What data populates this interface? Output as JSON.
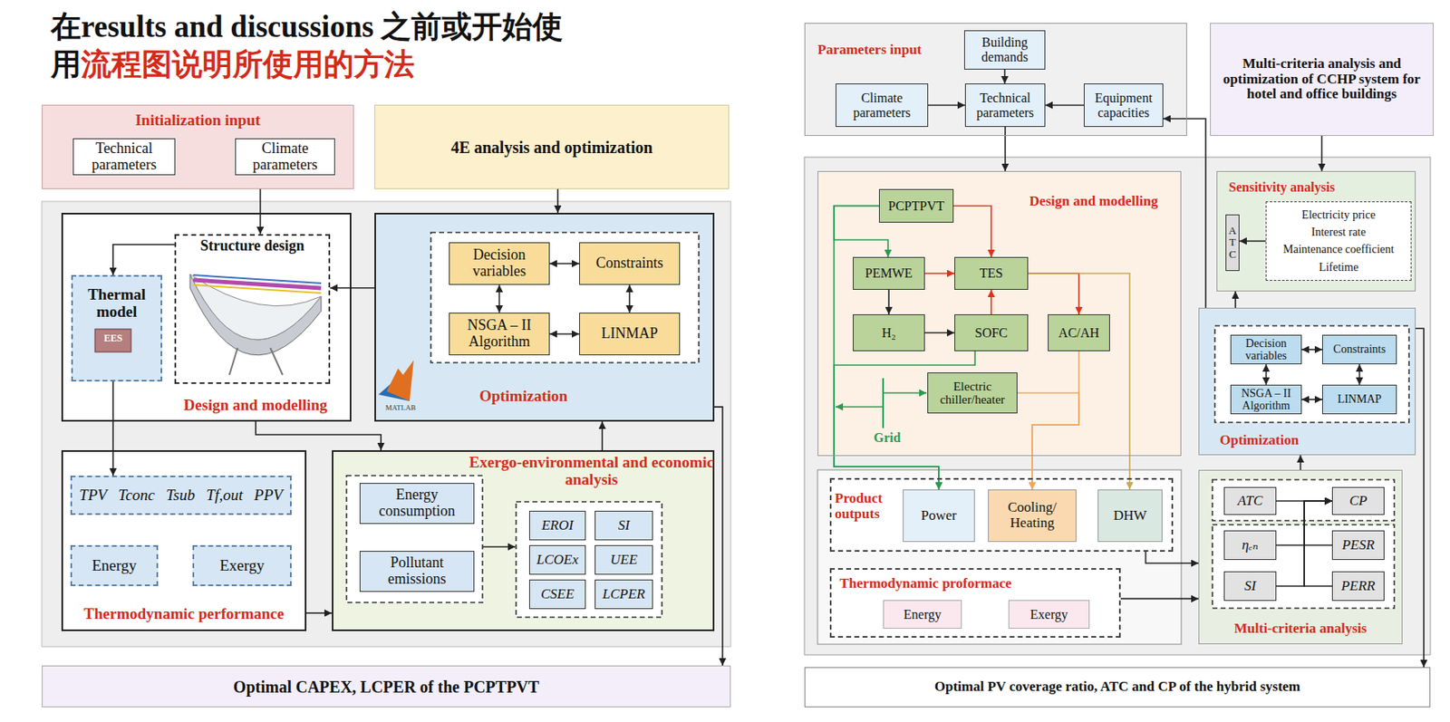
{
  "diagram": {
    "title": "在results and discussions 之前或开始使用",
    "nodes": [
      {
        "text": [
          "Initialization input"
        ]
      },
      {
        "text": [
          "Technical parameters"
        ],
        "in": 0
      },
      {
        "text": [
          "Climate parameters"
        ],
        "in": 0
      },
      {
        "text": [
          "4E analysis and optimization"
        ]
      },
      {
        "text": [
          "Design and modelling"
        ]
      },
      {
        "text": [
          "Structure design"
        ],
        "in": 4
      },
      {
        "text": [
          "Thermal model"
        ],
        "in": 4
      },
      {
        "text": [
          "Optimization"
        ]
      },
      {
        "text": [
          "Decision variables"
        ],
        "in": 7
      },
      {
        "text": [
          "Constraints"
        ],
        "in": 7
      },
      {
        "text": [
          "NSGA – II Algorithm"
        ],
        "in": 7
      },
      {
        "text": [
          "LINMAP"
        ],
        "in": 7
      },
      {
        "text": [
          "Thermodynamic performance"
        ]
      },
      {
        "text": [
          "TPV",
          "Tconc",
          "Tsub",
          "Tf,out",
          "PPV"
        ],
        "in": 12
      },
      {
        "text": [
          "Energy"
        ],
        "in": 12
      },
      {
        "text": [
          "Exergy"
        ],
        "in": 12
      },
      {
        "text": [
          "Exergo-environmental and economic analysis"
        ]
      },
      {
        "text": [
          "Energy consumption"
        ],
        "in": 16
      },
      {
        "text": [
          "Pollutant emissions"
        ],
        "in": 16
      },
      {
        "text": [
          "EROI"
        ],
        "in": 16
      },
      {
        "text": [
          "SI"
        ],
        "in": 16
      },
      {
        "text": [
          "LCOEx"
        ],
        "in": 16
      },
      {
        "text": [
          "UEE"
        ],
        "in": 16
      },
      {
        "text": [
          "CSEE"
        ],
        "in": 16
      },
      {
        "text": [
          "LCPER"
        ],
        "in": 16
      },
      {
        "text": [
          "Optimal CAPEX, LCPER of the PCPTPVT"
        ]
      },
      {
        "text": [
          "Parameters input"
        ]
      },
      {
        "text": [
          "Building demands"
        ],
        "in": 26
      },
      {
        "text": [
          "Climate parameters"
        ],
        "in": 26
      },
      {
        "text": [
          "Technical parameters"
        ],
        "in": 26
      },
      {
        "text": [
          "Equipment capacities"
        ],
        "in": 26
      },
      {
        "text": [
          "Multi-criteria analysis and optimization of CCHP system for hotel and office buildings"
        ]
      },
      {
        "text": [
          "Design and modelling"
        ]
      },
      {
        "text": [
          "PCPTPVT"
        ],
        "in": 32
      },
      {
        "text": [
          "PEMWE"
        ],
        "in": 32
      },
      {
        "text": [
          "TES"
        ],
        "in": 32
      },
      {
        "text": [
          "H₂"
        ],
        "in": 32
      },
      {
        "text": [
          "SOFC"
        ],
        "in": 32
      },
      {
        "text": [
          "AC/AH"
        ],
        "in": 32
      },
      {
        "text": [
          "Electric chiller/heater"
        ],
        "in": 32
      },
      {
        "text": [
          "Product outputs"
        ]
      },
      {
        "text": [
          "Power"
        ],
        "in": 40
      },
      {
        "text": [
          "Cooling/ Heating"
        ],
        "in": 40
      },
      {
        "text": [
          "DHW"
        ],
        "in": 40
      },
      {
        "text": [
          "Thermodynamic proformace"
        ]
      },
      {
        "text": [
          "Energy"
        ],
        "in": 44
      },
      {
        "text": [
          "Exergy"
        ],
        "in": 44
      },
      {
        "text": [
          "Sensitivity analysis"
        ]
      },
      {
        "text": [
          "ATC"
        ],
        "in": 47
      },
      {
        "text": [
          "Electricity price",
          "Interest rate",
          "Maintenance coefficient",
          "Lifetime"
        ],
        "in": 47
      },
      {
        "text": [
          "Optimization"
        ]
      },
      {
        "text": [
          "Decision variables"
        ],
        "in": 50
      },
      {
        "text": [
          "Constraints"
        ],
        "in": 50
      },
      {
        "text": [
          "NSGA – II Algorithm"
        ],
        "in": 50
      },
      {
        "text": [
          "LINMAP"
        ],
        "in": 50
      },
      {
        "text": [
          "Multi-criteria analysis"
        ]
      },
      {
        "text": [
          "ATC"
        ],
        "in": 55
      },
      {
        "text": [
          "CP"
        ],
        "in": 55
      },
      {
        "text": [
          "ηₑₙ"
        ],
        "in": 55
      },
      {
        "text": [
          "PESR"
        ],
        "in": 55
      },
      {
        "text": [
          "SI"
        ],
        "in": 55
      },
      {
        "text": [
          "PERR"
        ],
        "in": 55
      },
      {
        "text": [
          "Optimal PV coverage ratio, ATC and CP of the hybrid system"
        ]
      }
    ],
    "edges": [
      {
        "from": 0,
        "to": 5,
        "arrow": "to"
      },
      {
        "from": 3,
        "to": 7,
        "arrow": "to"
      },
      {
        "from": 7,
        "to": 5,
        "arrow": "to"
      },
      {
        "from": 5,
        "to": 6,
        "arrow": "to"
      },
      {
        "from": 6,
        "to": 13,
        "arrow": "to"
      },
      {
        "from": 4,
        "to": 16,
        "arrow": "to"
      },
      {
        "from": 12,
        "to": 16,
        "arrow": "to"
      },
      {
        "from": 16,
        "to": 7,
        "arrow": "to"
      },
      {
        "from": 7,
        "to": 25,
        "arrow": "to"
      },
      {
        "from": 8,
        "to": 9,
        "arrow": "both"
      },
      {
        "from": 8,
        "to": 10,
        "arrow": "both"
      },
      {
        "from": 9,
        "to": 11,
        "arrow": "both"
      },
      {
        "from": 10,
        "to": 11,
        "arrow": "both"
      },
      {
        "from": 27,
        "to": 29,
        "arrow": "to"
      },
      {
        "from": 28,
        "to": 29,
        "arrow": "to"
      },
      {
        "from": 30,
        "to": 29,
        "arrow": "to"
      },
      {
        "from": 29,
        "to": 32,
        "arrow": "to"
      },
      {
        "from": 31,
        "to": 47,
        "arrow": "to"
      },
      {
        "from": 55,
        "to": 50,
        "arrow": "to"
      },
      {
        "from": 50,
        "to": 47,
        "arrow": "to"
      },
      {
        "from": 50,
        "to": 30,
        "arrow": "to"
      },
      {
        "from": 50,
        "to": 62,
        "arrow": "to"
      },
      {
        "from": 33,
        "to": 35,
        "arrow": "to"
      },
      {
        "from": 33,
        "to": 34,
        "arrow": "to"
      },
      {
        "from": 33,
        "to": 41,
        "arrow": "to"
      },
      {
        "from": 34,
        "to": 35,
        "arrow": "to"
      },
      {
        "from": 34,
        "to": 36,
        "arrow": "to"
      },
      {
        "from": 36,
        "to": 37,
        "arrow": "to"
      },
      {
        "from": 37,
        "to": 35,
        "arrow": "to"
      },
      {
        "from": 35,
        "to": 38,
        "arrow": "to"
      },
      {
        "from": 35,
        "to": 43,
        "arrow": "to"
      },
      {
        "from": 38,
        "to": 42,
        "arrow": "to"
      },
      {
        "from": 39,
        "to": 42,
        "arrow": "to"
      },
      {
        "from": 37,
        "to": 41,
        "arrow": "to"
      },
      {
        "from": 40,
        "to": 55,
        "arrow": "to"
      },
      {
        "from": 44,
        "to": 55,
        "arrow": "to"
      },
      {
        "from": 51,
        "to": 52,
        "arrow": "both"
      },
      {
        "from": 51,
        "to": 53,
        "arrow": "both"
      },
      {
        "from": 52,
        "to": 54,
        "arrow": "both"
      },
      {
        "from": 53,
        "to": 54,
        "arrow": "both"
      },
      {
        "from": 49,
        "to": 48,
        "arrow": "to"
      },
      {
        "from": 56,
        "to": 57,
        "arrow": "to"
      },
      {
        "from": 58,
        "to": 57,
        "arrow": "to"
      },
      {
        "from": 59,
        "to": 57,
        "arrow": "to"
      },
      {
        "from": 60,
        "to": 57,
        "arrow": "to"
      },
      {
        "from": 61,
        "to": 57,
        "arrow": "to"
      }
    ],
    "labels": [
      "流程图说明所使用的方法",
      "EES",
      "MATLAB",
      "Grid"
    ]
  }
}
